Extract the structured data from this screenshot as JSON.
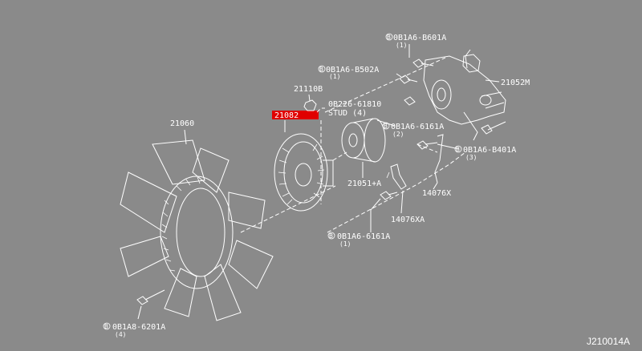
{
  "diagram": {
    "diagram_id": "J210014A",
    "highlight_color": "#e00000",
    "background_color": "#8a8a8a",
    "line_color": "#ffffff",
    "callouts": {
      "fan_blade": {
        "part": "21060"
      },
      "fan_clutch": {
        "part": "21082"
      },
      "nut": {
        "part": "21110B"
      },
      "stud": {
        "part": "0B226-61810",
        "note": "STUD (4)"
      },
      "bolt_top": {
        "marker": "B",
        "part": "0B1A6-B601A",
        "qty": "(1)"
      },
      "bolt_upper": {
        "marker": "B",
        "part": "0B1A6-B502A",
        "qty": "(1)"
      },
      "bracket": {
        "part": "21052M"
      },
      "bolt_mid": {
        "marker": "B",
        "part": "0B1A6-6161A",
        "qty": "(2)"
      },
      "bolt_right": {
        "marker": "B",
        "part": "0B1A6-B401A",
        "qty": "(3)"
      },
      "pulley": {
        "part": "21051+A"
      },
      "tube": {
        "part": "14076X"
      },
      "tube_clip": {
        "part": "14076XA"
      },
      "bolt_lower": {
        "marker": "B",
        "part": "0B1A6-6161A",
        "qty": "(1)"
      },
      "bolt_fan": {
        "marker": "B",
        "part": "0B1A8-6201A",
        "qty": "(4)"
      }
    }
  }
}
